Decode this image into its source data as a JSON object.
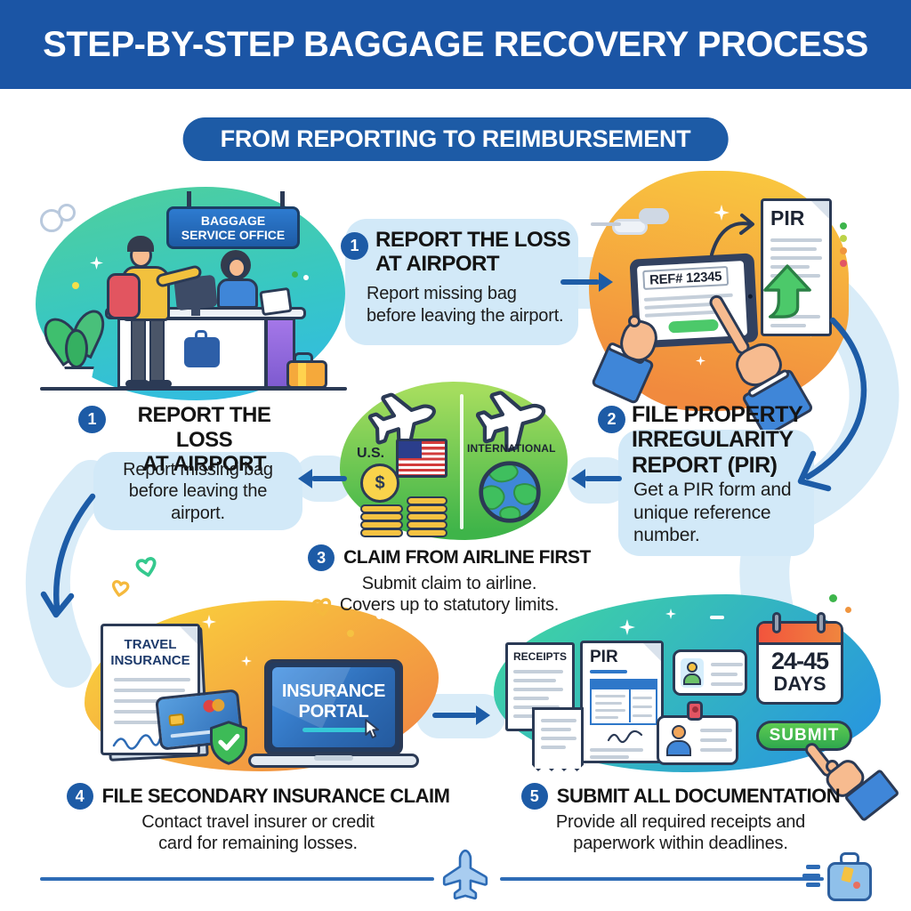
{
  "palette": {
    "header_blue": "#1b55a5",
    "badge_blue": "#1d5ba6",
    "arrow_blue": "#1d5ca7",
    "callout_bg": "#d2e9f8",
    "submit_green": "#43bb4e",
    "calendar_red": "#f2543d",
    "text_dark": "#141414"
  },
  "icons": {
    "airplane": "svg-plane",
    "globe": "svg-globe",
    "shield-check": "svg-shield",
    "cursor-arrow": "svg-cursor",
    "heart": "svg-heart-outline",
    "suitcase": "css-rounded-rect",
    "calendar": "css-calendar",
    "pointing-hand": "css-hand-shapes"
  },
  "header": {
    "title": "STEP-BY-STEP BAGGAGE RECOVERY PROCESS"
  },
  "subtitle": {
    "label": "FROM REPORTING TO REIMBURSEMENT"
  },
  "scene_office": {
    "sign": [
      "BAGGAGE",
      "SERVICE OFFICE"
    ]
  },
  "callout1": {
    "number": "1",
    "title": [
      "REPORT THE LOSS",
      "AT AIRPORT"
    ],
    "desc": [
      "Report missing bag",
      "before leaving the airport."
    ]
  },
  "scene_pir": {
    "doc_label": "PIR",
    "tablet_ref": "REF# 12345"
  },
  "step1": {
    "number": "1",
    "title": [
      "REPORT THE LOSS",
      "AT AIRPORT"
    ],
    "desc": [
      "Report missing bag",
      "before leaving the",
      "airport."
    ]
  },
  "scene_claim": {
    "us_label": "U.S.",
    "intl_label": "INTERNATIONAL",
    "coin_symbol": "$"
  },
  "step2": {
    "number": "2",
    "title": [
      "FILE PROPERTY",
      "IRREGULARITY",
      "REPORT (PIR)"
    ],
    "desc": [
      "Get a PIR form and",
      "unique reference",
      "number."
    ]
  },
  "step3": {
    "number": "3",
    "title": "CLAIM FROM AIRLINE FIRST",
    "desc": [
      "Submit claim to airline.",
      "Covers up to statutory limits."
    ]
  },
  "scene_insurance": {
    "doc_title": [
      "TRAVEL",
      "INSURANCE"
    ],
    "laptop_title": [
      "INSURANCE",
      "PORTAL"
    ]
  },
  "step4": {
    "number": "4",
    "title": "FILE SECONDARY INSURANCE CLAIM",
    "desc": [
      "Contact travel insurer or credit",
      "card for remaining losses."
    ]
  },
  "scene_docs": {
    "receipts_label": "RECEIPTS",
    "pir_label": "PIR",
    "calendar": [
      "24-45",
      "DAYS"
    ],
    "submit_label": "SUBMIT"
  },
  "step5": {
    "number": "5",
    "title": "SUBMIT ALL DOCUMENTATION",
    "desc": [
      "Provide all required receipts and",
      "paperwork within deadlines."
    ]
  }
}
